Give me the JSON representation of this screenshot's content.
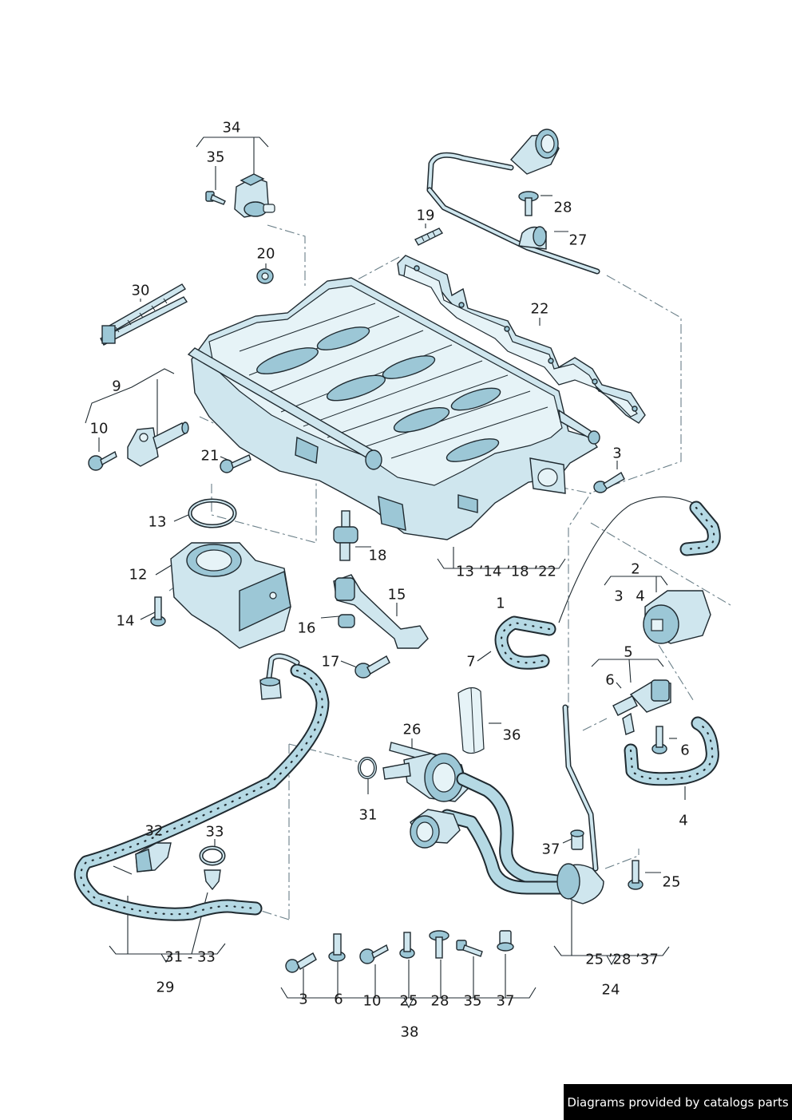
{
  "credit": "Diagrams provided by catalogs parts",
  "callouts": [
    {
      "id": "34",
      "text": "34"
    },
    {
      "id": "35a",
      "text": "35"
    },
    {
      "id": "19",
      "text": "19"
    },
    {
      "id": "28a",
      "text": "28"
    },
    {
      "id": "27",
      "text": "27"
    },
    {
      "id": "20",
      "text": "20"
    },
    {
      "id": "30",
      "text": "30"
    },
    {
      "id": "22",
      "text": "22"
    },
    {
      "id": "9",
      "text": "9"
    },
    {
      "id": "10a",
      "text": "10"
    },
    {
      "id": "21",
      "text": "21"
    },
    {
      "id": "3a",
      "text": "3"
    },
    {
      "id": "13a",
      "text": "13"
    },
    {
      "id": "18a",
      "text": "18"
    },
    {
      "id": "group1",
      "text": "13 ’14 ’18 ’22"
    },
    {
      "id": "1",
      "text": "1"
    },
    {
      "id": "2",
      "text": "2"
    },
    {
      "id": "3b",
      "text": "3"
    },
    {
      "id": "4a",
      "text": "4"
    },
    {
      "id": "12",
      "text": "12"
    },
    {
      "id": "15",
      "text": "15"
    },
    {
      "id": "14",
      "text": "14"
    },
    {
      "id": "16",
      "text": "16"
    },
    {
      "id": "7",
      "text": "7"
    },
    {
      "id": "5",
      "text": "5"
    },
    {
      "id": "17",
      "text": "17"
    },
    {
      "id": "6a",
      "text": "6"
    },
    {
      "id": "26",
      "text": "26"
    },
    {
      "id": "36",
      "text": "36"
    },
    {
      "id": "6b",
      "text": "6"
    },
    {
      "id": "31",
      "text": "31"
    },
    {
      "id": "4b",
      "text": "4"
    },
    {
      "id": "32",
      "text": "32"
    },
    {
      "id": "33",
      "text": "33"
    },
    {
      "id": "37a",
      "text": "37"
    },
    {
      "id": "25a",
      "text": "25"
    },
    {
      "id": "group29",
      "text": "31 - 33"
    },
    {
      "id": "group24",
      "text": "25 ’28 ’37"
    },
    {
      "id": "29",
      "text": "29"
    },
    {
      "id": "24",
      "text": "24"
    },
    {
      "id": "b3",
      "text": "3"
    },
    {
      "id": "b6",
      "text": "6"
    },
    {
      "id": "b10",
      "text": "10"
    },
    {
      "id": "b25",
      "text": "25"
    },
    {
      "id": "b28",
      "text": "28"
    },
    {
      "id": "b35",
      "text": "35"
    },
    {
      "id": "b37",
      "text": "37"
    },
    {
      "id": "38",
      "text": "38"
    }
  ]
}
